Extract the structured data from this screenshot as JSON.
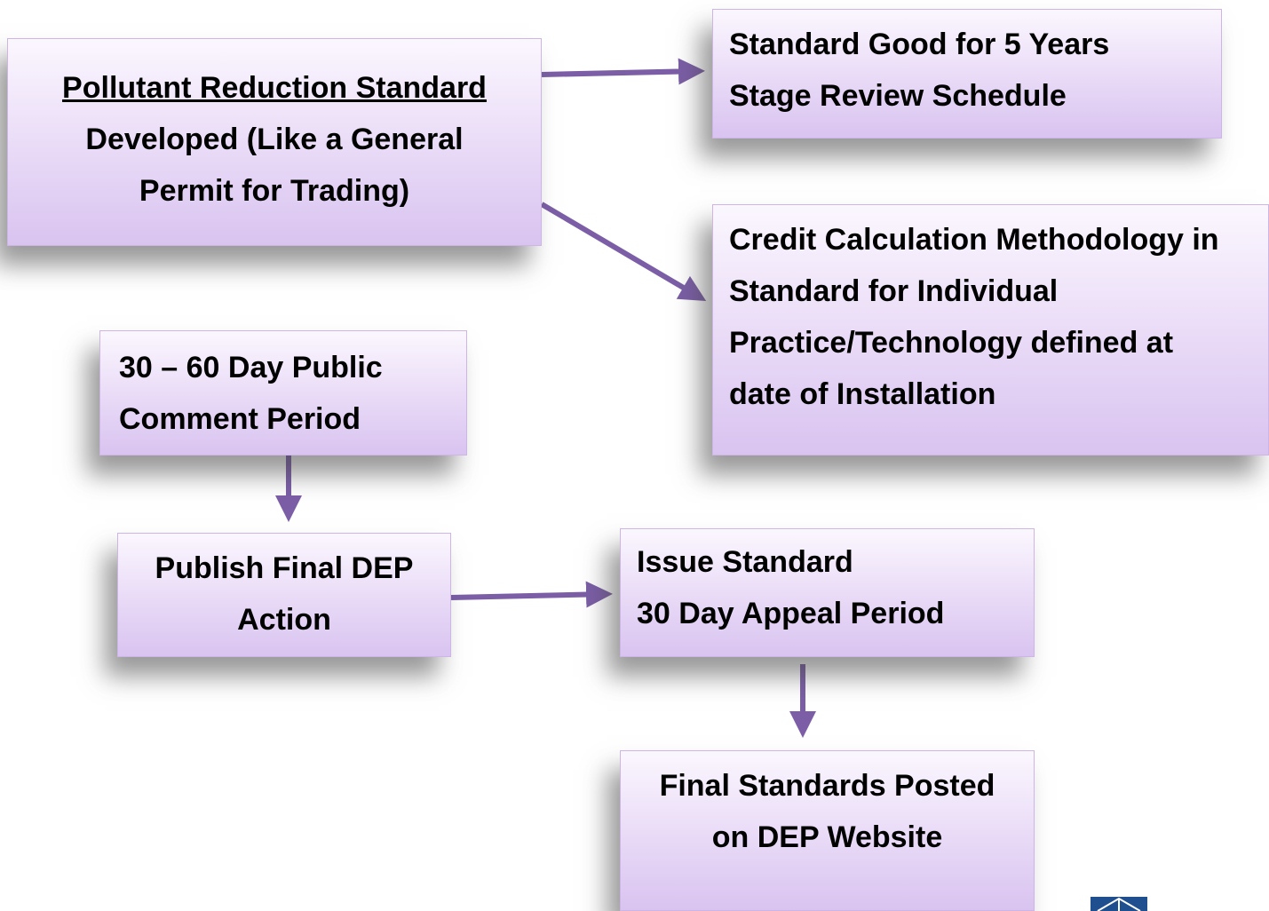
{
  "boxes": {
    "pollutant_standard": {
      "heading": "Pollutant Reduction Standard",
      "lines": [
        "Developed (Like a General",
        "Permit for Trading)"
      ]
    },
    "standard_good": {
      "lines": [
        "Standard Good for 5 Years",
        "Stage Review Schedule"
      ]
    },
    "credit_calculation": {
      "lines": [
        "Credit Calculation Methodology in",
        "Standard for Individual",
        "Practice/Technology defined at",
        "date of Installation"
      ]
    },
    "public_comment": {
      "lines": [
        "30 – 60 Day Public",
        "Comment Period"
      ]
    },
    "publish_final": {
      "lines": [
        "Publish Final DEP",
        "Action"
      ]
    },
    "issue_standard": {
      "lines": [
        "Issue Standard",
        "30 Day Appeal Period"
      ]
    },
    "final_posted": {
      "lines": [
        "Final Standards Posted",
        "on DEP Website"
      ]
    }
  },
  "colors": {
    "arrow": "#7b5ea6",
    "box_top": "#fbf7fe",
    "box_bottom": "#d9c3f0",
    "logo": "#1f4f8f"
  },
  "icons": {
    "logo": "agency-logo-icon"
  }
}
